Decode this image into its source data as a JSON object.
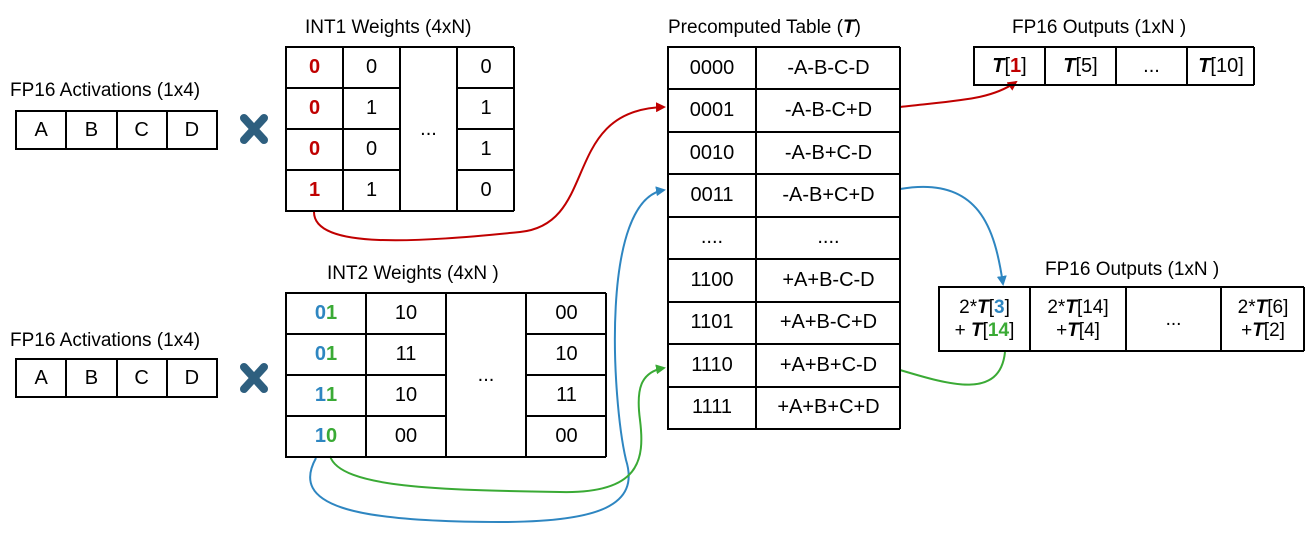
{
  "colors": {
    "red": "#c00000",
    "blue": "#2e86c1",
    "green": "#3aaa35",
    "cross": "#2e5f7f"
  },
  "activations_label": "FP16 Activations (1x4)",
  "activations": [
    "A",
    "B",
    "C",
    "D"
  ],
  "int1": {
    "title": "INT1 Weights (4xN)",
    "col0": [
      "0",
      "0",
      "0",
      "1"
    ],
    "col1": [
      "0",
      "1",
      "0",
      "1"
    ],
    "dots": "...",
    "coln": [
      "0",
      "1",
      "1",
      "0"
    ]
  },
  "int2": {
    "title": "INT2 Weights (4xN )",
    "col0_hi": [
      "0",
      "0",
      "1",
      "1"
    ],
    "col0_lo": [
      "1",
      "1",
      "1",
      "0"
    ],
    "col1": [
      "10",
      "11",
      "10",
      "00"
    ],
    "dots": "...",
    "coln": [
      "00",
      "10",
      "11",
      "00"
    ]
  },
  "table": {
    "title_prefix": "Precomputed Table (",
    "title_symbol": "T",
    "title_suffix": ")",
    "rows": [
      [
        "0000",
        "-A-B-C-D"
      ],
      [
        "0001",
        "-A-B-C+D"
      ],
      [
        "0010",
        "-A-B+C-D"
      ],
      [
        "0011",
        "-A-B+C+D"
      ],
      [
        "....",
        "...."
      ],
      [
        "1100",
        "+A+B-C-D"
      ],
      [
        "1101",
        "+A+B-C+D"
      ],
      [
        "1110",
        "+A+B+C-D"
      ],
      [
        "1111",
        "+A+B+C+D"
      ]
    ]
  },
  "out1": {
    "title": "FP16 Outputs (1xN )",
    "sym": "T",
    "c1_index": "1",
    "c2": "[5]",
    "dots": "...",
    "c4": "[10]"
  },
  "out2": {
    "title": "FP16 Outputs (1xN )",
    "c1_line1_prefix": "2*",
    "c1_line1_index": "3",
    "c1_line2_prefix": "+ ",
    "c1_line2_index": "14",
    "c2_line1_prefix": "2*",
    "c2_line1_suffix": "[14]",
    "c2_line2_prefix": "+",
    "c2_line2_suffix": "[4]",
    "dots": "...",
    "c4_line1_prefix": "2*",
    "c4_line1_suffix": "[6]",
    "c4_line2_prefix": "+",
    "c4_line2_suffix": "[2]",
    "sym": "T"
  }
}
